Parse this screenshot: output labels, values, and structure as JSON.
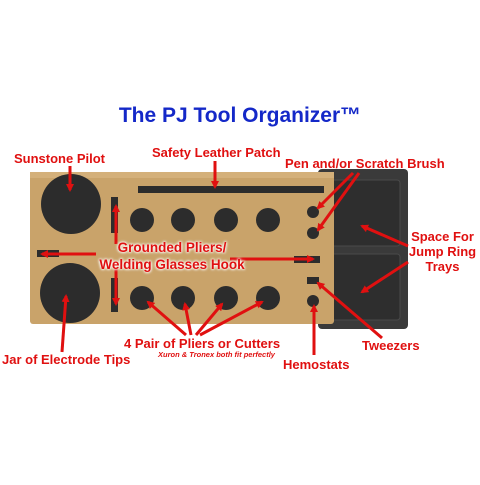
{
  "title": "The PJ Tool Organizer™",
  "labels": {
    "sunstone_pilot": "Sunstone Pilot",
    "safety_leather_patch": "Safety Leather Patch",
    "pen_scratch_brush": "Pen and/or Scratch Brush",
    "grounded_pliers_line1": "Grounded Pliers/",
    "grounded_pliers_line2": "Welding Glasses Hook",
    "space_for_line1": "Space For",
    "space_for_line2": "Jump Ring",
    "space_for_line3": "Trays",
    "jar_electrode_tips": "Jar of Electrode Tips",
    "pliers_cutters": "4 Pair of Pliers or Cutters",
    "pliers_note": "Xuron & Tronex both fit perfectly",
    "tweezers": "Tweezers",
    "hemostats": "Hemostats"
  },
  "colors": {
    "title": "#1428c8",
    "label": "#e01010",
    "wood": "#c9a36a",
    "hole": "#2c2c2c",
    "tray": "#3a3a3a"
  }
}
